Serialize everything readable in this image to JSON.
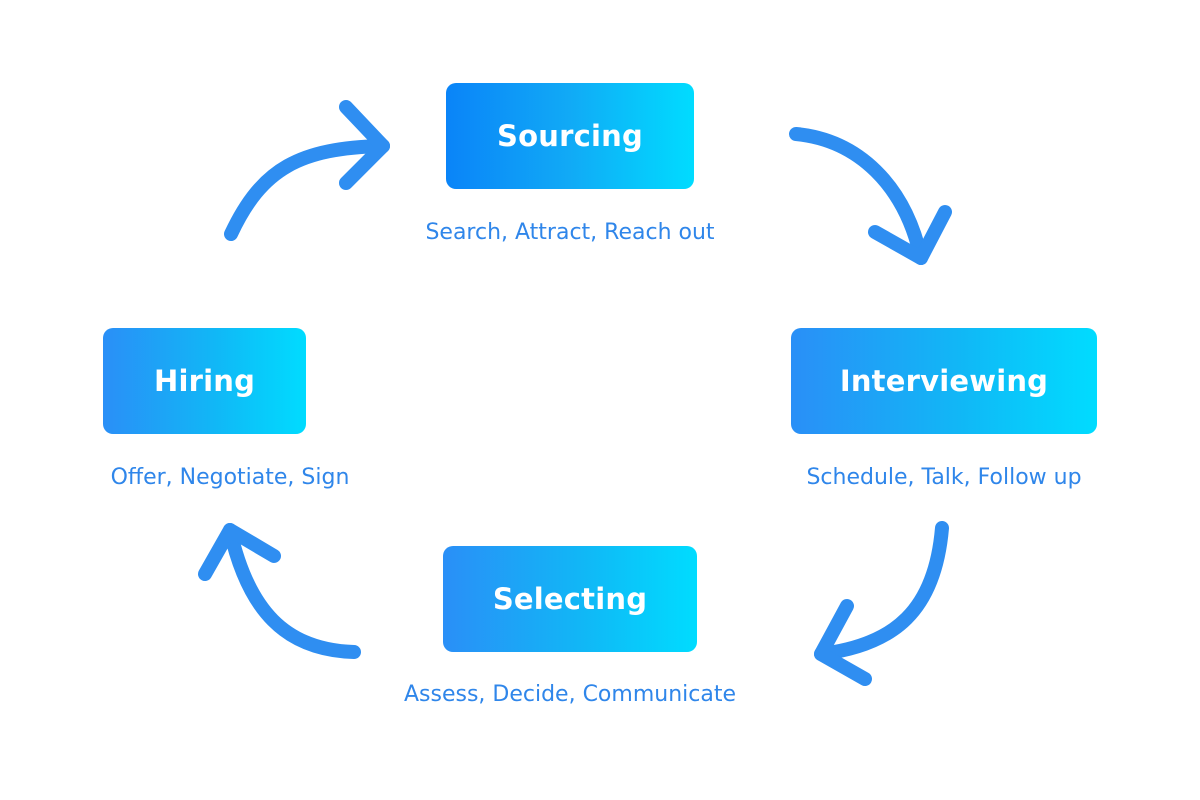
{
  "diagram": {
    "steps": [
      {
        "id": "sourcing",
        "label": "Sourcing",
        "description": "Search, Attract, Reach out"
      },
      {
        "id": "interviewing",
        "label": "Interviewing",
        "description": "Schedule, Talk, Follow up"
      },
      {
        "id": "selecting",
        "label": "Selecting",
        "description": "Assess, Decide, Communicate"
      },
      {
        "id": "hiring",
        "label": "Hiring",
        "description": "Offer, Negotiate, Sign"
      }
    ],
    "colors": {
      "arrow": "#2f8ef1",
      "box_gradient_start": "#2a8ff7",
      "box_gradient_end": "#00dcff",
      "label_text": "#ffffff",
      "description_text": "#2f86ea"
    }
  }
}
